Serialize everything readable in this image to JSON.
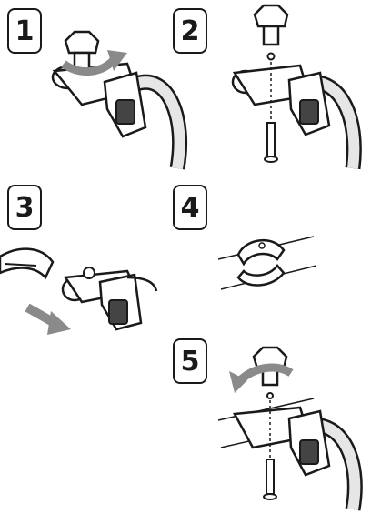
{
  "steps": [
    {
      "number": "1"
    },
    {
      "number": "2"
    },
    {
      "number": "3"
    },
    {
      "number": "4"
    },
    {
      "number": "5"
    }
  ],
  "colors": {
    "ink": "#1a1a1a",
    "arrow": "#8a8a8a",
    "part_fill": "#ffffff",
    "strap": "#d9d9d9",
    "strap_dark": "#1a1a1a"
  }
}
